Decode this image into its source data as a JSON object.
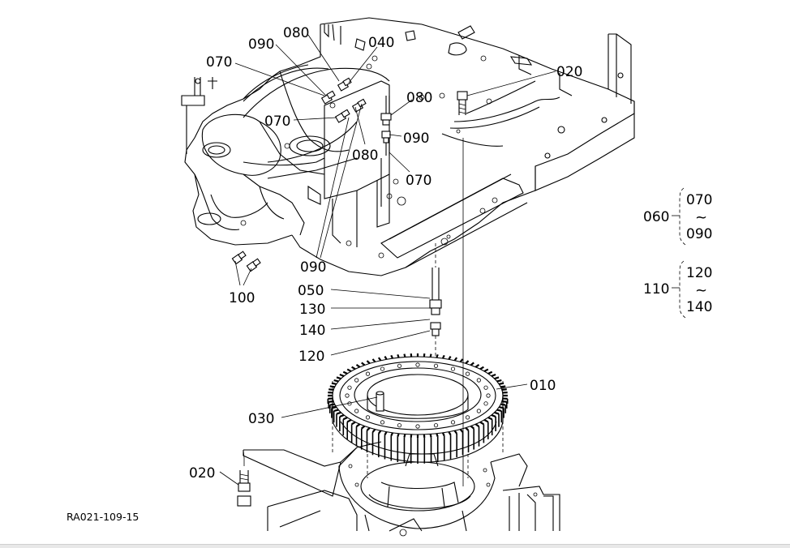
{
  "diagram": {
    "code": "RA021-109-15",
    "callouts": {
      "c010": "010",
      "c020a": "020",
      "c020b": "020",
      "c030": "030",
      "c040": "040",
      "c050": "050",
      "c070a": "070",
      "c070b": "070",
      "c070c": "070",
      "c080a": "080",
      "c080b": "080",
      "c080c": "080",
      "c090a": "090",
      "c090b": "090",
      "c090c": "090",
      "c100": "100",
      "c120": "120",
      "c130": "130",
      "c140": "140"
    },
    "groups": [
      {
        "parent": "060",
        "from": "070",
        "sep": "~",
        "to": "090"
      },
      {
        "parent": "110",
        "from": "120",
        "sep": "~",
        "to": "140"
      }
    ]
  }
}
